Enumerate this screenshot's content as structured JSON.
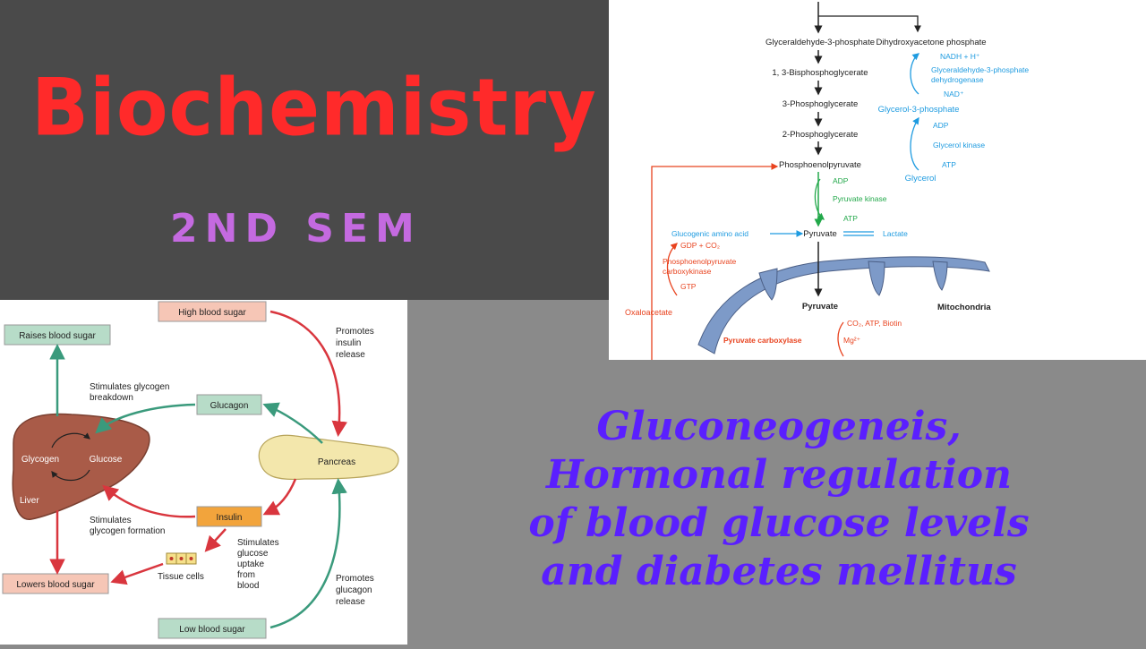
{
  "header": {
    "title": "Biochemistry",
    "subtitle": "2ND SEM"
  },
  "topic": {
    "lines": [
      "Gluconeogeneis,",
      "Hormonal regulation",
      "of blood glucose levels",
      "and diabetes mellitus"
    ]
  },
  "pathway": {
    "main": [
      "Glyceraldehyde-3-phosphate",
      "1, 3-Bisphosphoglycerate",
      "3-Phosphoglycerate",
      "2-Phosphoglycerate",
      "Phosphoenolpyruvate",
      "Pyruvate",
      "Pyruvate",
      "Oxaloacetate"
    ],
    "glycerol_branch": [
      "Dihydroxyacetone phosphate",
      "NADH + H⁺",
      "Glyceraldehyde-3-phosphate",
      "dehydrogenase",
      "NAD⁺",
      "Glycerol-3-phosphate",
      "ADP",
      "Glycerol kinase",
      "ATP",
      "Glycerol"
    ],
    "pyruvate_kinase": [
      "ADP",
      "Pyruvate kinase",
      "ATP"
    ],
    "amino_lactate": [
      "Glucogenic amino acid",
      "Lactate"
    ],
    "pepck": [
      "GDP + CO₂",
      "Phosphoenolpyruvate",
      "carboxykinase",
      "GTP"
    ],
    "mito": [
      "Mitochondria",
      "CO₂, ATP, Biotin",
      "Pyruvate carboxylase",
      "Mg²⁺"
    ],
    "colors": {
      "main": "#222222",
      "blue": "#1e9be0",
      "green": "#22a84a",
      "red": "#e8431f",
      "membrane": "#7d9ac8"
    }
  },
  "hormone": {
    "boxes": [
      "High blood sugar",
      "Raises blood sugar",
      "Glucagon",
      "Insulin",
      "Lowers blood sugar",
      "Low blood sugar"
    ],
    "organs": [
      "Glycogen",
      "Glucose",
      "Liver",
      "Pancreas",
      "Tissue cells"
    ],
    "notes": {
      "promotes_insulin": [
        "Promotes",
        "insulin",
        "release"
      ],
      "glycogen_breakdown": [
        "Stimulates glycogen",
        "breakdown"
      ],
      "glycogen_formation": [
        "Stimulates",
        "glycogen formation"
      ],
      "glucose_uptake": [
        "Stimulates",
        "glucose",
        "uptake",
        "from",
        "blood"
      ],
      "promotes_glucagon": [
        "Promotes",
        "glucagon",
        "release"
      ]
    },
    "colors": {
      "red_box": "#f6c6b6",
      "red_arrow": "#d9363e",
      "green_box": "#b7dcc8",
      "green_arrow": "#3a9a7c",
      "insulin_box": "#f2a43c",
      "liver": "#a95b48",
      "pancreas": "#f3e7ac"
    }
  }
}
